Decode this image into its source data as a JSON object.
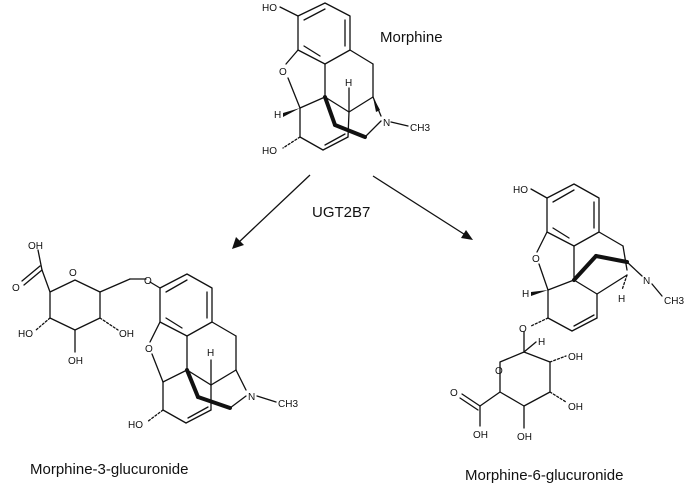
{
  "reaction": {
    "enzyme": "UGT2B7",
    "substrate": {
      "name": "Morphine",
      "atoms": {
        "oh_phenol": "HO",
        "oh_6": "HO",
        "o_bridge": "O",
        "n": "N",
        "ch3": "CH3",
        "h_5": "H",
        "h_14": "H"
      }
    },
    "product_left": {
      "name": "Morphine-3-glucuronide",
      "atoms": {
        "oh_acid": "OH",
        "o_carbonyl": "O",
        "o_ring": "O",
        "o_link": "O",
        "oh_4": "HO",
        "oh_3": "OH",
        "oh_2": "OH",
        "o_bridge": "O",
        "oh_6": "HO",
        "n": "N",
        "ch3": "CH3",
        "h_14": "H"
      }
    },
    "product_right": {
      "name": "Morphine-6-glucuronide",
      "atoms": {
        "oh_phenol": "HO",
        "o_bridge": "O",
        "h_5": "H",
        "h_14": "H",
        "n": "N",
        "ch3": "CH3",
        "o_link": "O",
        "o_ring": "O",
        "h_anomeric": "H",
        "oh_2": "OH",
        "o_carbonyl": "O",
        "oh_acid": "OH",
        "oh_4": "OH",
        "oh_3": "OH"
      }
    }
  }
}
